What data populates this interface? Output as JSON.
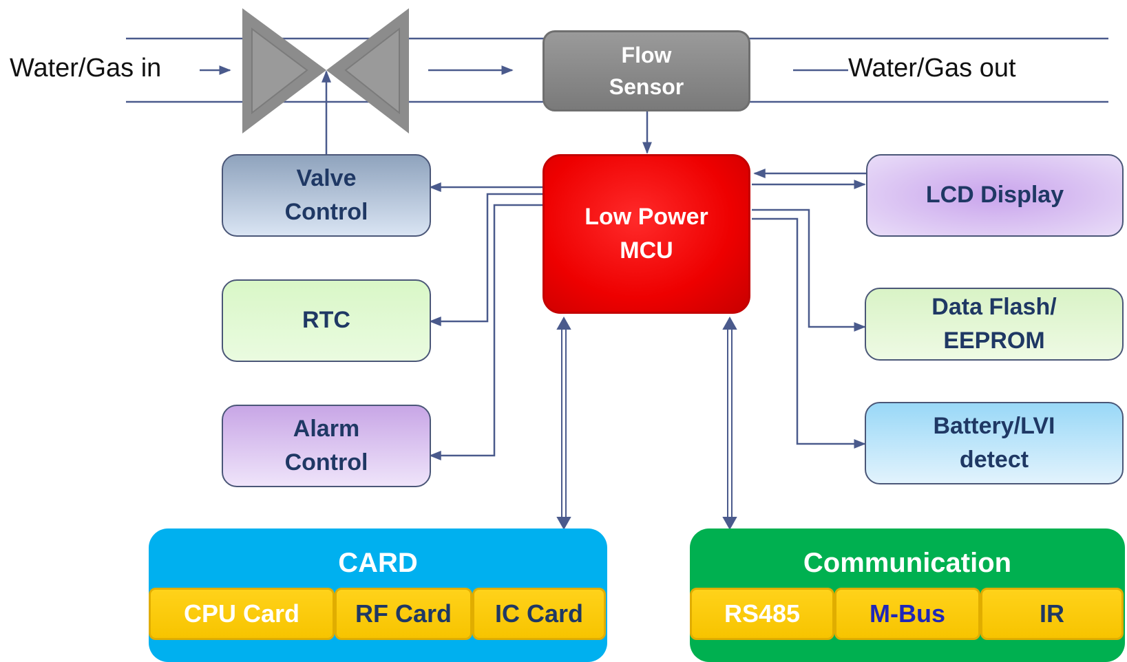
{
  "labels": {
    "inlet": "Water/Gas in",
    "outlet": "Water/Gas out"
  },
  "blocks": {
    "flow_sensor": [
      "Flow",
      "Sensor"
    ],
    "mcu": [
      "Low Power",
      "MCU"
    ],
    "valve_control": [
      "Valve",
      "Control"
    ],
    "rtc": [
      "RTC"
    ],
    "alarm_control": [
      "Alarm",
      "Control"
    ],
    "lcd_display": [
      "LCD Display"
    ],
    "data_flash": [
      "Data Flash/",
      "EEPROM"
    ],
    "battery": [
      "Battery/LVI",
      "detect"
    ]
  },
  "card_group": {
    "title": "CARD",
    "items": [
      "CPU Card",
      "RF Card",
      "IC Card"
    ]
  },
  "comm_group": {
    "title": "Communication",
    "items": [
      "RS485",
      "M-Bus",
      "IR"
    ]
  },
  "colors": {
    "wire": "#4a5a8c",
    "mcu": "#ee0000",
    "card": "#00b0ef",
    "communication": "#00b050",
    "item": "#ffd21a"
  }
}
